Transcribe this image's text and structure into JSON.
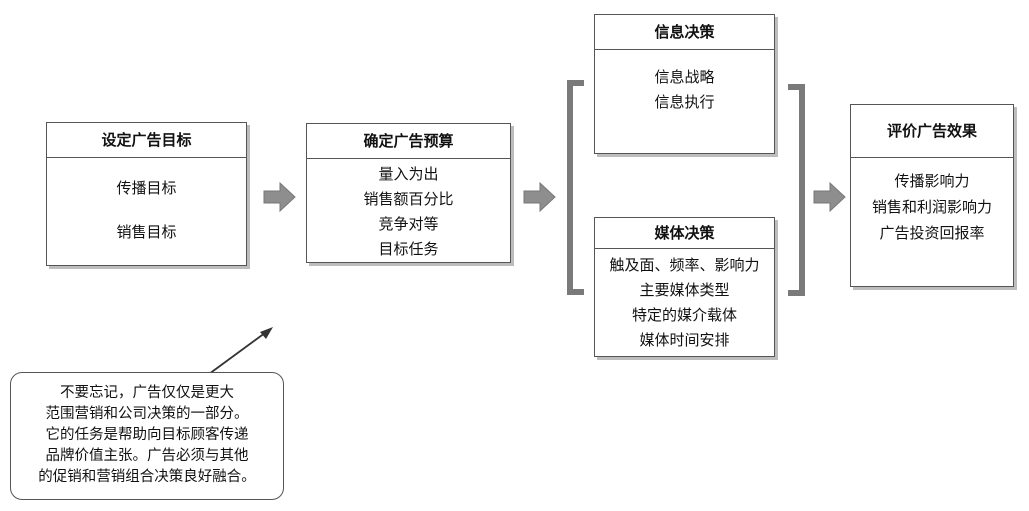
{
  "boxes": {
    "objectives": {
      "title": "设定广告目标",
      "items": [
        "传播目标",
        "销售目标"
      ]
    },
    "budget": {
      "title": "确定广告预算",
      "items": [
        "量入为出",
        "销售额百分比",
        "竞争对等",
        "目标任务"
      ]
    },
    "message": {
      "title": "信息决策",
      "items": [
        "信息战略",
        "信息执行"
      ]
    },
    "media": {
      "title": "媒体决策",
      "items": [
        "触及面、频率、影响力",
        "主要媒体类型",
        "特定的媒介载体",
        "媒体时间安排"
      ]
    },
    "evaluation": {
      "title": "评价广告效果",
      "items": [
        "传播影响力",
        "销售和利润影响力",
        "广告投资回报率"
      ]
    }
  },
  "note": {
    "lines": [
      "不要忘记，广告仅仅是更大",
      "范围营销和公司决策的一部分。",
      "它的任务是帮助向目标顾客传递",
      "品牌价值主张。广告必须与其他",
      "的促销和营销组合决策良好融合。"
    ]
  },
  "colors": {
    "arrow_fill": "#8e8e8e",
    "bracket": "#7a7a7a",
    "shadow": "#bdbdbd"
  }
}
